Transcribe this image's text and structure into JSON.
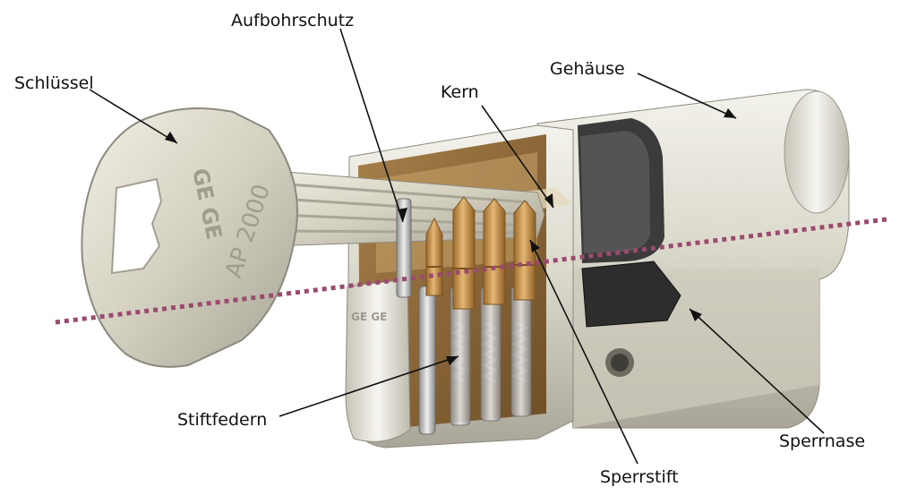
{
  "labels": {
    "aufbohrschutz": "Aufbohrschutz",
    "schluessel": "Schlüssel",
    "gehaeuse": "Gehäuse",
    "kern": "Kern",
    "stiftfedern": "Stiftfedern",
    "sperrnase": "Sperrnase",
    "sperrstift": "Sperrstift"
  },
  "key_engraving": {
    "brand": "GE GE",
    "model": "AP 2000"
  },
  "plug_engraving": "GE GE",
  "colors": {
    "section_line": "#9b4a6e",
    "brass": "#c9944a",
    "nickel": "#d9d6c9",
    "cut_face": "#8a6436",
    "cam": "#2d2d2d"
  }
}
